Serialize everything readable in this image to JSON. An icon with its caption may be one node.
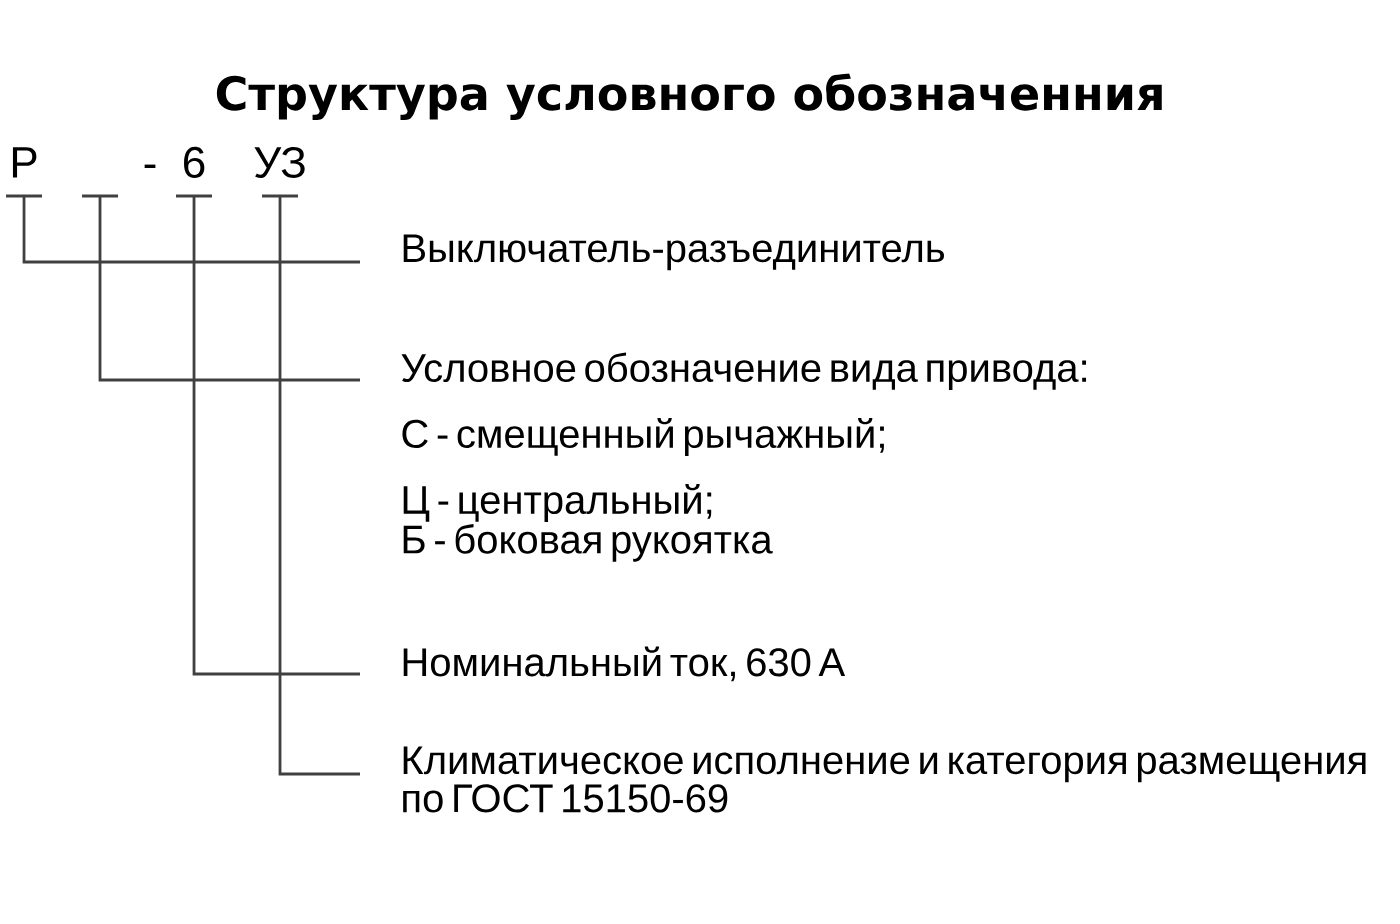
{
  "diagram": {
    "title": "Структура условного обозначенния",
    "nodes": [
      {
        "text": [
          "Р"
        ]
      },
      {
        "text": [],
        "shape": "bar"
      },
      {
        "text": [
          "6"
        ]
      },
      {
        "text": [
          "УЗ"
        ]
      },
      {
        "text": [
          "Выключатель-разъединитель"
        ]
      },
      {
        "text": [
          "Условное обозначение вида привода:",
          "С - смещенный рычажный;",
          "Ц - центральный;",
          "Б - боковая рукоятка"
        ]
      },
      {
        "text": [
          "Номинальный ток, 630 А"
        ]
      },
      {
        "text": [
          "Климатическое исполнение и категория размещения по ГОСТ 15150-69"
        ]
      }
    ],
    "edges": [
      {
        "from": 0,
        "to": 4,
        "arrow": "none"
      },
      {
        "from": 1,
        "to": 5,
        "arrow": "none"
      },
      {
        "from": 2,
        "to": 6,
        "arrow": "none"
      },
      {
        "from": 3,
        "to": 7,
        "arrow": "none"
      }
    ],
    "labels": [
      "-"
    ]
  }
}
